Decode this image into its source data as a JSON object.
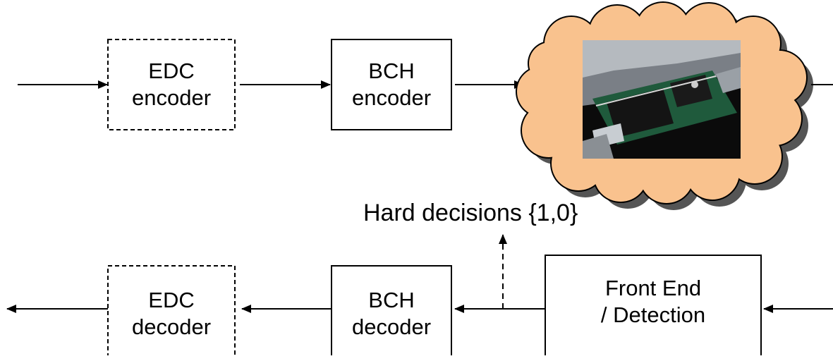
{
  "blocks": {
    "edc_encoder": {
      "line1": "EDC",
      "line2": "encoder"
    },
    "bch_encoder": {
      "line1": "BCH",
      "line2": "encoder"
    },
    "edc_decoder": {
      "line1": "EDC",
      "line2": "decoder"
    },
    "bch_decoder": {
      "line1": "BCH",
      "line2": "decoder"
    },
    "front_end": {
      "line1": "Front End",
      "line2": "/ Detection"
    }
  },
  "annotations": {
    "hard_decisions": "Hard decisions {1,0}"
  },
  "channel": {
    "image": "usb-flash-drive-circuit-board-photo"
  },
  "colors": {
    "cloud_fill": "#F9C28E",
    "cloud_shadow": "#555555",
    "stroke": "#000000"
  }
}
